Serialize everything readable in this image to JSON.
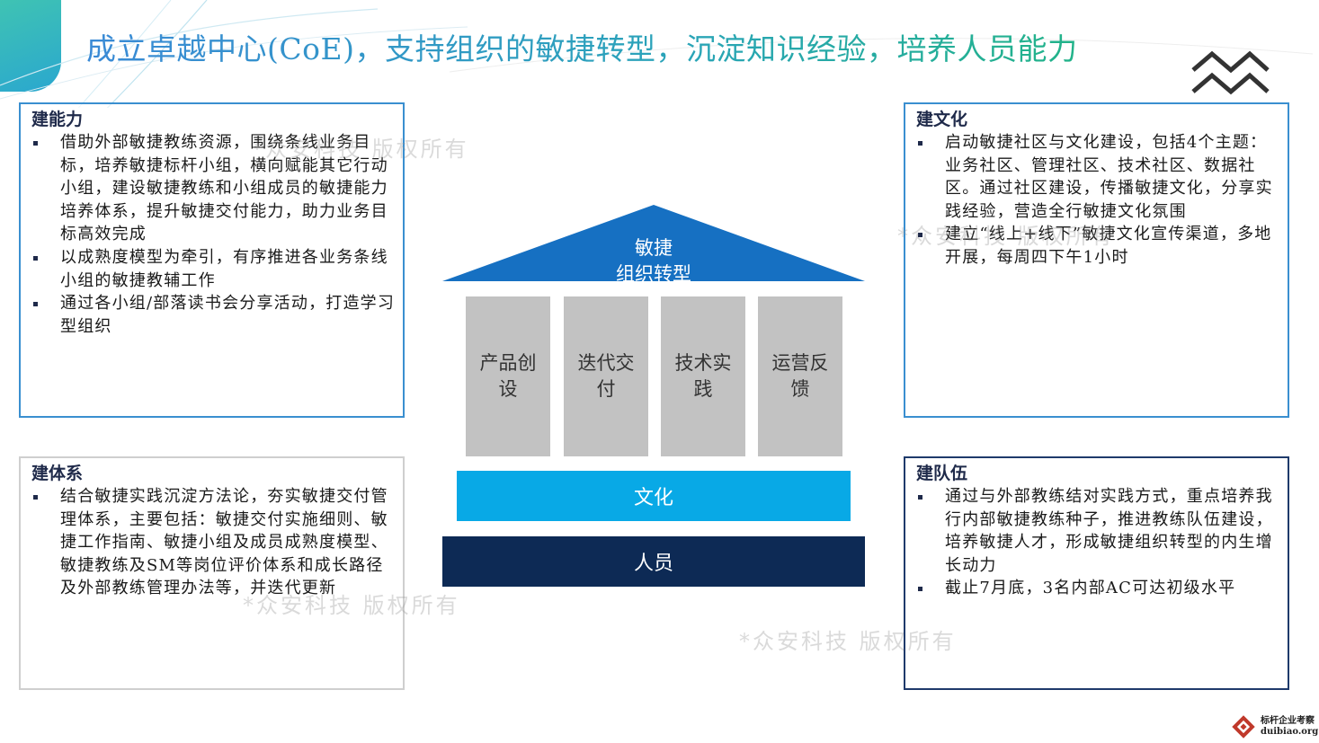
{
  "header": {
    "title": "成立卓越中心(CoE)，支持组织的敏捷转型，沉淀知识经验，培养人员能力"
  },
  "boxes": {
    "capability": {
      "title": "建能力",
      "items": [
        "借助外部敏捷教练资源，围绕条线业务目标，培养敏捷标杆小组，横向赋能其它行动小组，建设敏捷教练和小组成员的敏捷能力培养体系，提升敏捷交付能力，助力业务目标高效完成",
        "以成熟度模型为牵引，有序推进各业务条线小组的敏捷教辅工作",
        "通过各小组/部落读书会分享活动，打造学习型组织"
      ]
    },
    "culture": {
      "title": "建文化",
      "items": [
        "启动敏捷社区与文化建设，包括4个主题：业务社区、管理社区、技术社区、数据社区。通过社区建设，传播敏捷文化，分享实践经验，营造全行敏捷文化氛围",
        "建立“线上+线下”敏捷文化宣传渠道，多地开展，每周四下午1小时"
      ]
    },
    "system": {
      "title": "建体系",
      "items": [
        "结合敏捷实践沉淀方法论，夯实敏捷交付管理体系，主要包括：敏捷交付实施细则、敏捷工作指南、敏捷小组及成员成熟度模型、敏捷教练及SM等岗位评价体系和成长路径及外部教练管理办法等，并迭代更新"
      ]
    },
    "team": {
      "title": "建队伍",
      "items": [
        "通过与外部教练结对实践方式，重点培养我行内部敏捷教练种子，推进教练队伍建设，培养敏捷人才，形成敏捷组织转型的内生增长动力",
        "截止7月底，3名内部AC可达初级水平"
      ]
    }
  },
  "house": {
    "roof": [
      "敏捷",
      "组织转型"
    ],
    "pillars": [
      "产品创设",
      "迭代交付",
      "技术实践",
      "运营反馈"
    ],
    "culture_band": "文化",
    "people_band": "人员"
  },
  "watermarks": [
    "*众安科技 版权所有",
    "*众安科技 版权所有",
    "*众安科技 版权所有",
    "*众安科技 版权所有"
  ],
  "footer_logo": {
    "line1": "标杆企业考察",
    "line2": "duibiao.org"
  },
  "colors": {
    "roof": "#1670c2",
    "culture": "#08a9e6",
    "people": "#0d2a55",
    "pillar": "#c2c2c2"
  }
}
